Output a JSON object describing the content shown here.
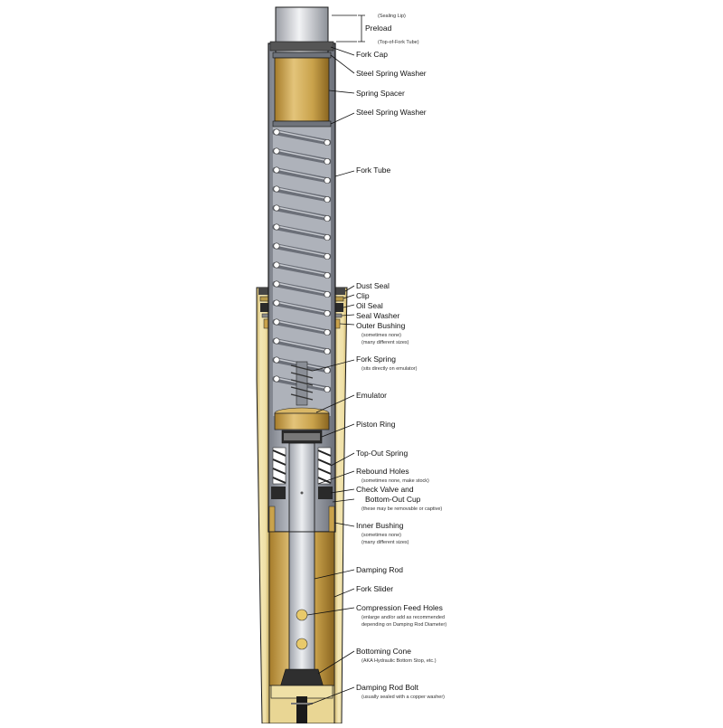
{
  "colors": {
    "brass": "#c9a24b",
    "brass_light": "#e3c47a",
    "slider": "#efe0a6",
    "slider_dark": "#d8c27e",
    "tube": "#b8bcc4",
    "tube_dark": "#6b6f78",
    "spring": "#8e939c",
    "rod": "#cfd2d8",
    "outline": "#1a1a1a"
  },
  "labels": {
    "sealing_lip": "(Sealing Lip)",
    "preload": "Preload",
    "top_of_fork_tube": "(Top-of-Fork Tube)",
    "fork_cap": "Fork Cap",
    "steel_spring_washer_1": "Steel Spring Washer",
    "spring_spacer": "Spring Spacer",
    "steel_spring_washer_2": "Steel Spring Washer",
    "fork_tube": "Fork Tube",
    "dust_seal": "Dust Seal",
    "clip": "Clip",
    "oil_seal": "Oil Seal",
    "seal_washer": "Seal Washer",
    "outer_bushing": "Outer Bushing",
    "outer_bushing_note1": "(sometimes none)",
    "outer_bushing_note2": "(many different sizes)",
    "fork_spring": "Fork Spring",
    "fork_spring_note": "(sits directly on emulator)",
    "emulator": "Emulator",
    "piston_ring": "Piston Ring",
    "top_out_spring": "Top-Out Spring",
    "rebound_holes": "Rebound Holes",
    "rebound_holes_note": "(sometimes none, make stock)",
    "check_valve_and": "Check Valve and",
    "bottom_out_cup": "Bottom-Out Cup",
    "bottom_out_cup_note": "(these may be removable or captive)",
    "inner_bushing": "Inner Bushing",
    "inner_bushing_note1": "(sometimes none)",
    "inner_bushing_note2": "(many different sizes)",
    "damping_rod": "Damping Rod",
    "fork_slider": "Fork Slider",
    "compression_feed_holes": "Compression Feed Holes",
    "compression_note1": "(enlarge and/or add as recommended",
    "compression_note2": "depending on Damping Rod Diameter)",
    "bottoming_cone": "Bottoming Cone",
    "bottoming_cone_note": "(AKA Hydraulic Bottom Stop, etc.)",
    "damping_rod_bolt": "Damping Rod Bolt",
    "damping_rod_bolt_note": "(usually sealed with a copper washer)"
  }
}
